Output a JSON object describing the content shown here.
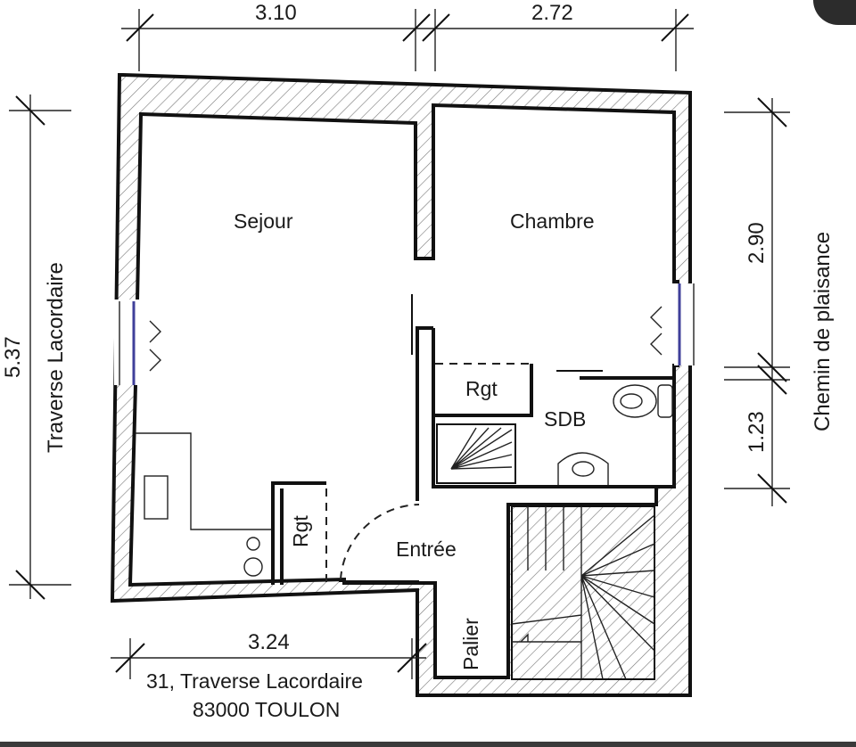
{
  "plan": {
    "rooms": {
      "sejour": "Sejour",
      "chambre": "Chambre",
      "rgt_bath": "Rgt",
      "sdb": "SDB",
      "rgt_entry": "Rgt",
      "entree": "Entrée",
      "palier": "Palier"
    },
    "dimensions": {
      "top_left": "3.10",
      "top_right": "2.72",
      "left": "5.37",
      "right_top": "2.90",
      "right_bottom": "1.23",
      "bottom": "3.24"
    },
    "streets": {
      "left": "Traverse Lacordaire",
      "right": "Chemin de plaisance"
    },
    "address": {
      "line1": "31, Traverse Lacordaire",
      "line2": "83000 TOULON"
    }
  }
}
